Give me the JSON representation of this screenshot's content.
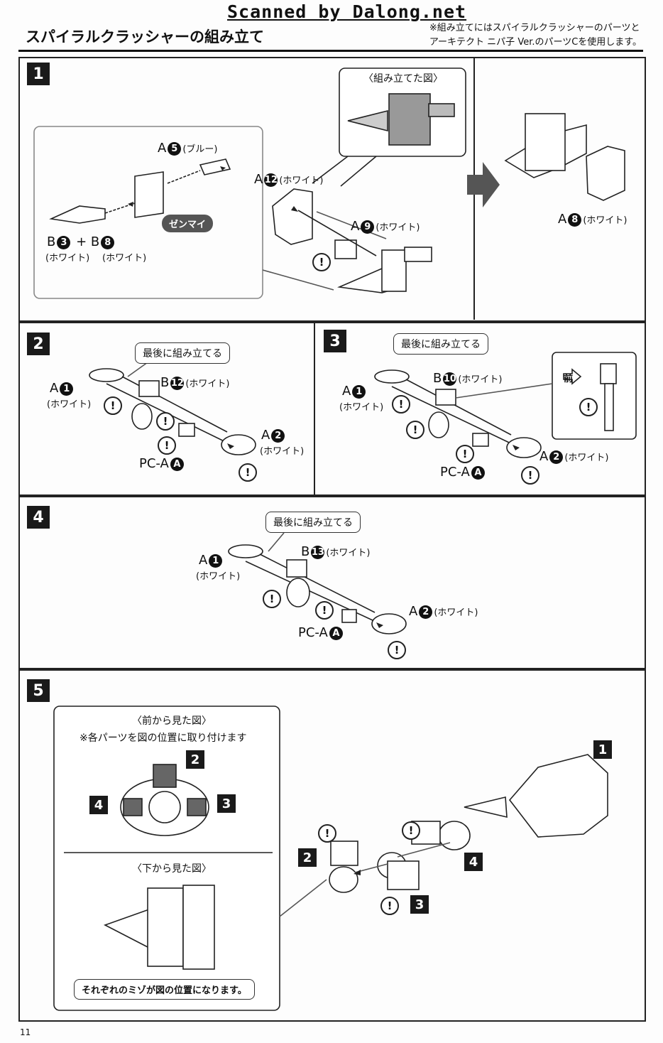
{
  "watermark": "Scanned by Dalong.net",
  "title": "スパイラルクラッシャーの組み立て",
  "note_line1": "※組み立てにはスパイラルクラッシャーのパーツと",
  "note_line2": "アーキテクト ニパ子 Ver.のパーツCを使用します。",
  "page_number": "11",
  "step1": {
    "num": "1",
    "a5": "A",
    "a5n": "5",
    "a5c": "(ブルー)",
    "b3": "B",
    "b3n": "3",
    "plus": "+",
    "b8": "B",
    "b8n": "8",
    "white1": "(ホワイト)",
    "white2": "(ホワイト)",
    "zenmai": "ゼンマイ",
    "assembled": "〈組み立てた図〉",
    "a12": "A",
    "a12n": "12",
    "a12c": "(ホワイト)",
    "a9": "A",
    "a9n": "9",
    "a9c": "(ホワイト)",
    "a8": "A",
    "a8n": "8",
    "a8c": "(ホワイト)",
    "warn": "!"
  },
  "step2": {
    "num": "2",
    "last": "最後に組み立てる",
    "a1": "A",
    "a1n": "1",
    "a1c": "(ホワイト)",
    "b12": "B",
    "b12n": "12",
    "b12c": "(ホワイト)",
    "a2": "A",
    "a2n": "2",
    "a2c": "(ホワイト)",
    "pca": "PC-A",
    "pcan": "A"
  },
  "step3": {
    "num": "3",
    "last": "最後に組み立てる",
    "a1": "A",
    "a1n": "1",
    "a1c": "(ホワイト)",
    "b10": "B",
    "b10n": "10",
    "b10c": "(ホワイト)",
    "front": "前",
    "a2": "A",
    "a2n": "2",
    "a2c": "(ホワイト)",
    "pca": "PC-A",
    "pcan": "A"
  },
  "step4": {
    "num": "4",
    "last": "最後に組み立てる",
    "a1": "A",
    "a1n": "1",
    "a1c": "(ホワイト)",
    "b13": "B",
    "b13n": "13",
    "b13c": "(ホワイト)",
    "a2": "A",
    "a2n": "2",
    "a2c": "(ホワイト)",
    "pca": "PC-A",
    "pcan": "A"
  },
  "step5": {
    "num": "5",
    "front_view": "〈前から見た図〉",
    "front_note": "※各パーツを図の位置に取り付けます",
    "bottom_view": "〈下から見た図〉",
    "groove_note": "それぞれのミゾが図の位置になります。",
    "n1": "1",
    "n2": "2",
    "n3": "3",
    "n4": "4"
  }
}
